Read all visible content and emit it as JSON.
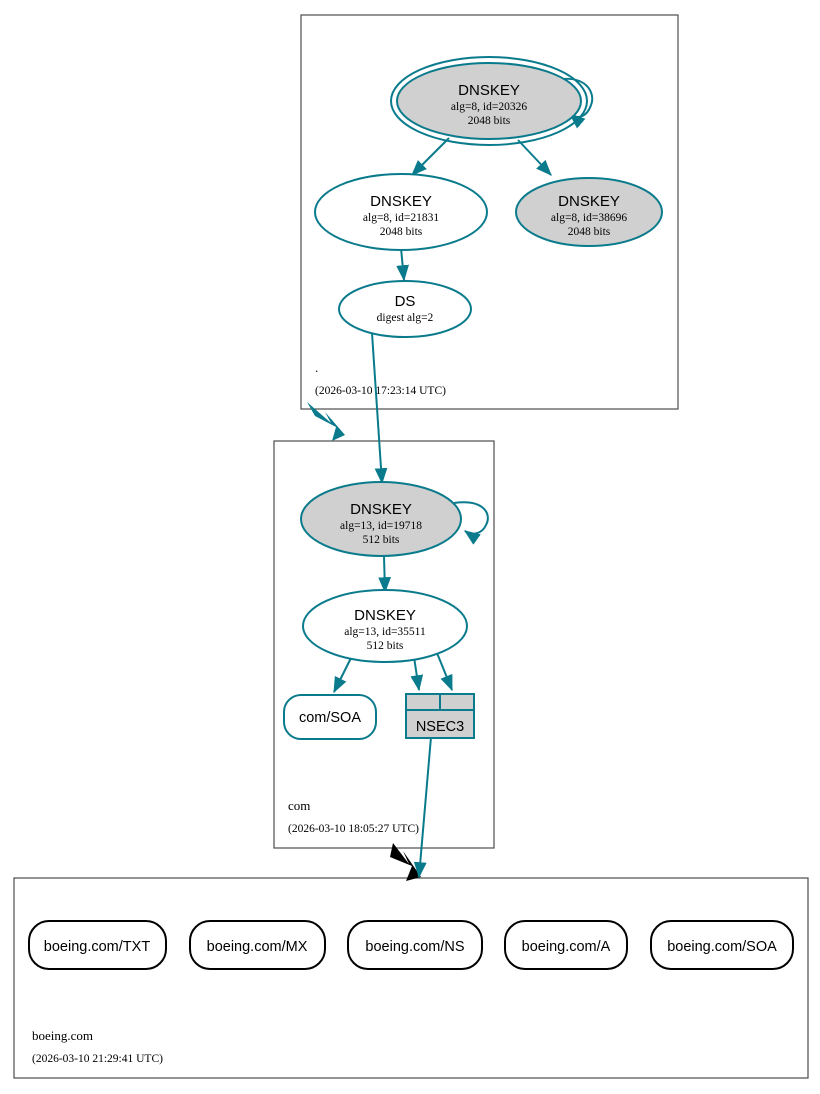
{
  "diagram": {
    "kind": "dnssec-authentication-chain",
    "colors": {
      "accent_teal": "#0a7b8c",
      "node_fill_gray": "#d0d0d0",
      "zone_border": "#4d4d4d",
      "insecure_black": "#000000",
      "background": "#ffffff"
    }
  },
  "zones": [
    {
      "id": "root",
      "label": ".",
      "timestamp": "(2026-03-10 17:23:14 UTC)",
      "nodes": [
        {
          "id": "root-ksk-20326",
          "type": "DNSKEY",
          "shape": "double-ellipse",
          "filled": true,
          "title": "DNSKEY",
          "line2": "alg=8, id=20326",
          "line3": "2048 bits",
          "self_signed": true
        },
        {
          "id": "root-zsk-21831",
          "type": "DNSKEY",
          "shape": "ellipse",
          "filled": false,
          "title": "DNSKEY",
          "line2": "alg=8, id=21831",
          "line3": "2048 bits",
          "self_signed": false
        },
        {
          "id": "root-zsk-38696",
          "type": "DNSKEY",
          "shape": "ellipse",
          "filled": true,
          "title": "DNSKEY",
          "line2": "alg=8, id=38696",
          "line3": "2048 bits",
          "self_signed": false
        },
        {
          "id": "root-ds-com",
          "type": "DS",
          "shape": "ellipse",
          "filled": false,
          "title": "DS",
          "line2": "digest alg=2",
          "line3": "",
          "self_signed": false
        }
      ]
    },
    {
      "id": "com",
      "label": "com",
      "timestamp": "(2026-03-10 18:05:27 UTC)",
      "nodes": [
        {
          "id": "com-ksk-19718",
          "type": "DNSKEY",
          "shape": "ellipse",
          "filled": true,
          "title": "DNSKEY",
          "line2": "alg=13, id=19718",
          "line3": "512 bits",
          "self_signed": true
        },
        {
          "id": "com-zsk-35511",
          "type": "DNSKEY",
          "shape": "ellipse",
          "filled": false,
          "title": "DNSKEY",
          "line2": "alg=13, id=35511",
          "line3": "512 bits",
          "self_signed": false
        },
        {
          "id": "com-soa",
          "type": "RRset",
          "shape": "rounded-rect",
          "filled": false,
          "title": "com/SOA",
          "line2": "",
          "line3": "",
          "self_signed": false
        },
        {
          "id": "com-nsec3",
          "type": "NSEC3",
          "shape": "table",
          "filled": true,
          "title": "NSEC3",
          "line2": "",
          "line3": "",
          "self_signed": false
        }
      ]
    },
    {
      "id": "boeing.com",
      "label": "boeing.com",
      "timestamp": "(2026-03-10 21:29:41 UTC)",
      "nodes": [
        {
          "id": "boeing-txt",
          "type": "RRset",
          "shape": "rounded-rect-black",
          "filled": false,
          "title": "boeing.com/TXT",
          "line2": "",
          "line3": "",
          "self_signed": false
        },
        {
          "id": "boeing-mx",
          "type": "RRset",
          "shape": "rounded-rect-black",
          "filled": false,
          "title": "boeing.com/MX",
          "line2": "",
          "line3": "",
          "self_signed": false
        },
        {
          "id": "boeing-ns",
          "type": "RRset",
          "shape": "rounded-rect-black",
          "filled": false,
          "title": "boeing.com/NS",
          "line2": "",
          "line3": "",
          "self_signed": false
        },
        {
          "id": "boeing-a",
          "type": "RRset",
          "shape": "rounded-rect-black",
          "filled": false,
          "title": "boeing.com/A",
          "line2": "",
          "line3": "",
          "self_signed": false
        },
        {
          "id": "boeing-soa",
          "type": "RRset",
          "shape": "rounded-rect-black",
          "filled": false,
          "title": "boeing.com/SOA",
          "line2": "",
          "line3": "",
          "self_signed": false
        }
      ]
    }
  ],
  "edges": [
    {
      "id": "e-ksk-self",
      "from": "root-ksk-20326",
      "to": "root-ksk-20326",
      "style": "teal-self-loop"
    },
    {
      "id": "e-ksk-21831",
      "from": "root-ksk-20326",
      "to": "root-zsk-21831",
      "style": "teal"
    },
    {
      "id": "e-ksk-38696",
      "from": "root-ksk-20326",
      "to": "root-zsk-38696",
      "style": "teal"
    },
    {
      "id": "e-21831-ds",
      "from": "root-zsk-21831",
      "to": "root-ds-com",
      "style": "teal"
    },
    {
      "id": "e-ds-com-key",
      "from": "root-ds-com",
      "to": "com-ksk-19718",
      "style": "teal-long"
    },
    {
      "id": "e-delegation-root-com",
      "from": "root",
      "to": "com",
      "style": "thick-teal-arrow"
    },
    {
      "id": "e-com-self",
      "from": "com-ksk-19718",
      "to": "com-ksk-19718",
      "style": "teal-self-loop"
    },
    {
      "id": "e-com-ksk-zsk",
      "from": "com-ksk-19718",
      "to": "com-zsk-35511",
      "style": "teal"
    },
    {
      "id": "e-zsk-soa",
      "from": "com-zsk-35511",
      "to": "com-soa",
      "style": "teal"
    },
    {
      "id": "e-zsk-nsec3-a",
      "from": "com-zsk-35511",
      "to": "com-nsec3",
      "style": "teal"
    },
    {
      "id": "e-zsk-nsec3-b",
      "from": "com-zsk-35511",
      "to": "com-nsec3",
      "style": "teal"
    },
    {
      "id": "e-nsec3-boeing",
      "from": "com-nsec3",
      "to": "boeing.com",
      "style": "teal-long"
    },
    {
      "id": "e-delegation-com-boeing",
      "from": "com",
      "to": "boeing.com",
      "style": "thick-black-arrow"
    }
  ]
}
